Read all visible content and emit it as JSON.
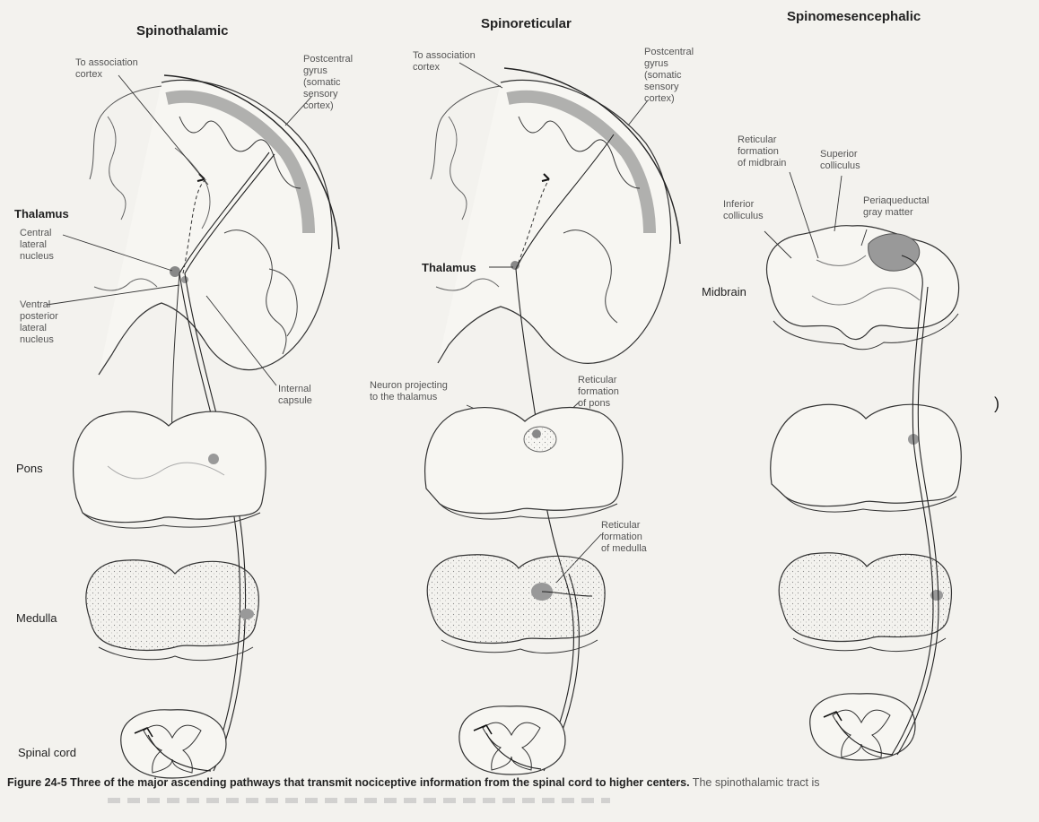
{
  "titles": {
    "left": "Spinothalamic",
    "middle": "Spinoreticular",
    "right": "Spinomesencephalic"
  },
  "levels": {
    "thalamus": "Thalamus",
    "pons": "Pons",
    "medulla": "Medulla",
    "spinal_cord": "Spinal cord",
    "midbrain": "Midbrain"
  },
  "left_labels": {
    "association_cortex": "To association\ncortex",
    "postcentral": "Postcentral\ngyrus\n(somatic\nsensory\ncortex)",
    "central_lateral": "Central\nlateral\nnucleus",
    "vpl": "Ventral\nposterior\nlateral\nnucleus",
    "internal_capsule": "Internal\ncapsule"
  },
  "middle_labels": {
    "association_cortex": "To association\ncortex",
    "postcentral": "Postcentral\ngyrus\n(somatic\nsensory\ncortex)",
    "thalamus": "Thalamus",
    "neuron_projecting": "Neuron projecting\nto the thalamus",
    "reticular_pons": "Reticular\nformation\nof pons",
    "reticular_medulla": "Reticular\nformation\nof medulla"
  },
  "right_labels": {
    "reticular_midbrain": "Reticular\nformation\nof midbrain",
    "superior_colliculus": "Superior\ncolliculus",
    "inferior_colliculus": "Inferior\ncolliculus",
    "periaqueductal": "Periaqueductal\ngray matter"
  },
  "caption": {
    "main": "Figure 24-5 Three of the major ascending pathways that transmit nociceptive information from the spinal cord to higher centers.",
    "continued": " The spinothalamic tract is"
  },
  "stray_mark": ")",
  "colors": {
    "background": "#f3f2ee",
    "ink": "#222222",
    "tissue": "#f7f6f2",
    "gray_matter": "#8c8c8c"
  }
}
